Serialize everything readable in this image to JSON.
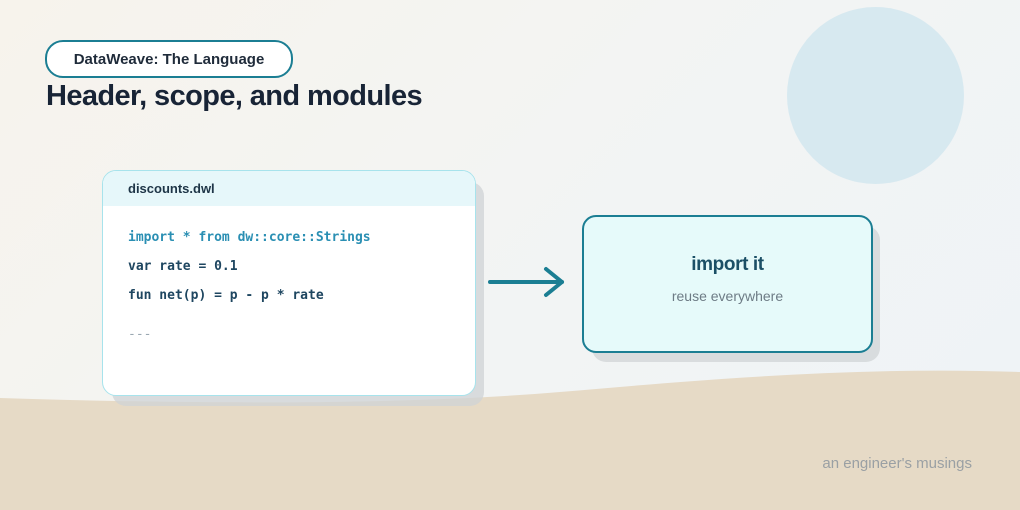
{
  "header": {
    "tag": "DataWeave: The Language",
    "title": "Header, scope, and modules"
  },
  "module_card": {
    "filename": "discounts.dwl",
    "lines": [
      "import * from dw::core::Strings",
      "var rate = 0.1",
      "fun net(p) = p - p * rate"
    ],
    "trailer": "---"
  },
  "result_card": {
    "title": "import it",
    "subtitle": "reuse everywhere"
  },
  "footer": {
    "credit": "an engineer's musings"
  },
  "colors": {
    "accent": "#1b7e93",
    "title": "#182436",
    "ground": "#e6dac6",
    "result_bg": "#e6fafa"
  },
  "icons": {
    "arrow": "arrow-right-icon"
  }
}
